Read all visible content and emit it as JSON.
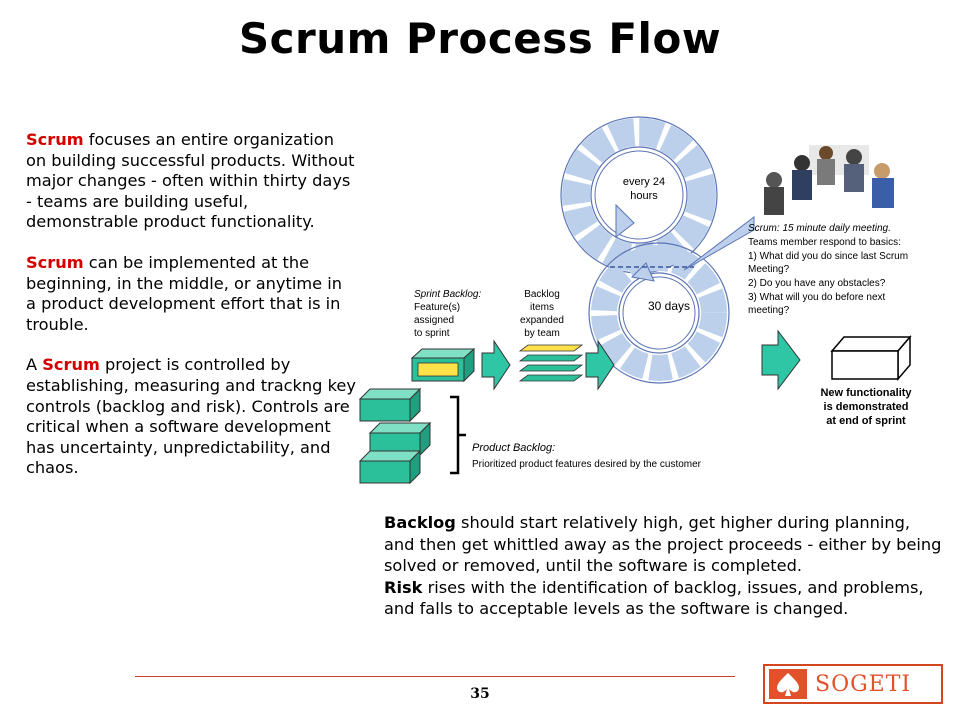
{
  "title": "Scrum Process Flow",
  "left_text": {
    "p1_kw": "Scrum",
    "p1_rest": " focuses an entire organization on building successful products.  Without major changes - often within thirty days - teams are building useful, demonstrable product functionality.",
    "p2_kw": "Scrum",
    "p2_rest": " can be implemented at the beginning, in the middle, or anytime in a product development effort that is in trouble.",
    "p3_pre": "A ",
    "p3_kw": "Scrum",
    "p3_rest": " project is controlled by establishing, measuring and trackng key controls (backlog and risk).  Controls are critical when a software development has uncertainty, unpredictability, and chaos."
  },
  "diagram": {
    "daily_cycle": [
      "every 24",
      "hours"
    ],
    "sprint_cycle": "30 days",
    "sprint_backlog": [
      "Sprint Backlog:",
      "Feature(s)",
      "assigned",
      "to sprint"
    ],
    "backlog_items": [
      "Backlog",
      "items",
      "expanded",
      "by team"
    ],
    "product_backlog_title": "Product Backlog:",
    "product_backlog_desc": "Prioritized product features desired by the customer",
    "scrum_note": [
      "Scrum: 15 minute daily meeting.",
      "Teams member respond to basics:",
      " 1) What did you do since last Scrum",
      "Meeting?",
      " 2) Do you have any obstacles?",
      " 3) What will you do before next",
      "meeting?"
    ],
    "new_functionality": [
      "New functionality",
      "is demonstrated",
      "at end of sprint"
    ]
  },
  "bottom_text": {
    "backlog_kw": "Backlog",
    "backlog_rest": " should start relatively high, get higher during planning, and then get whittled away as the project proceeds - either by being solved or removed, until the software is completed.",
    "risk_kw": "Risk",
    "risk_rest": " rises with the identification of backlog, issues, and problems, and falls to acceptable levels as the software is changed."
  },
  "footer": {
    "page_number": "35",
    "logo_text": "SOGETI"
  },
  "colors": {
    "keyword": "#d40000",
    "green_box": "#2bbf9a",
    "arrow_green": "#2fc6a6",
    "cycle_blue": "#bcd0ec",
    "logo": "#e1522a"
  }
}
